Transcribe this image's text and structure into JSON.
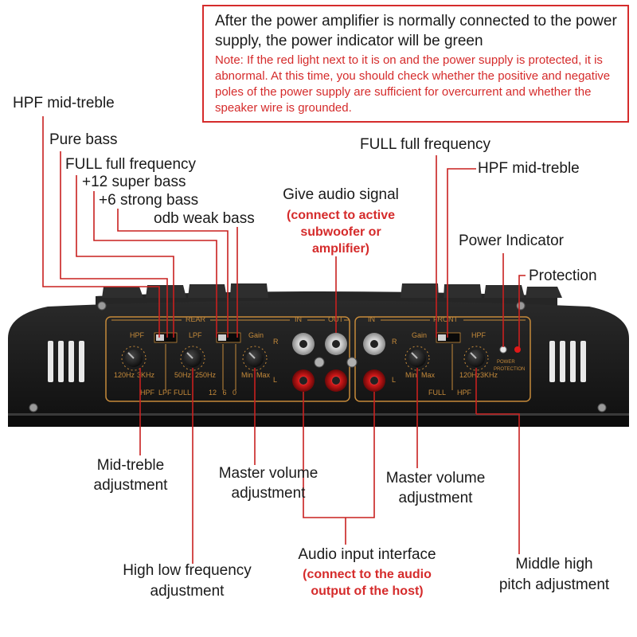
{
  "note_box": {
    "title": "After the power amplifier is normally connected to the power supply, the power indicator will be green",
    "note": "Note: If the red light next to it is on and the power supply is protected, it is abnormal. At this time, you should check whether the positive and negative poles of the power supply are sufficient for overcurrent and whether the speaker wire is grounded."
  },
  "left_labels": {
    "hpf_mid_treble": "HPF mid-treble",
    "pure_bass": "Pure bass",
    "full_frequency": "FULL full frequency",
    "plus12": "+12 super bass",
    "plus6": "+6 strong bass",
    "odb": "odb weak bass"
  },
  "right_labels": {
    "full_frequency": "FULL full frequency",
    "hpf_mid_treble": "HPF mid-treble",
    "power_indicator": "Power Indicator",
    "protection": "Protection"
  },
  "center_top": {
    "title": "Give audio signal",
    "note_line1": "(connect to active",
    "note_line2": "subwoofer or",
    "note_line3": "amplifier)"
  },
  "bottom_labels": {
    "mid_treble_1": "Mid-treble",
    "mid_treble_2": "adjustment",
    "master_left_1": "Master volume",
    "master_left_2": "adjustment",
    "master_right_1": "Master volume",
    "master_right_2": "adjustment",
    "audio_input": "Audio input interface",
    "audio_note_1": "(connect to the audio",
    "audio_note_2": "output of the host)",
    "high_low_1": "High low frequency",
    "high_low_2": "adjustment",
    "middle_high_1": "Middle high",
    "middle_high_2": "pitch adjustment"
  },
  "panel": {
    "rear": "REAR",
    "front": "FRONT",
    "in": "IN",
    "out": "OUT",
    "hpf": "HPF",
    "lpf": "LPF",
    "gain": "Gain",
    "r": "R",
    "l": "L",
    "hz120": "120Hz",
    "khz3": "3KHz",
    "hz50": "50Hz",
    "hz250": "250Hz",
    "min": "Min",
    "max": "Max",
    "hpf_lpf_full": "HPF  LPF FULL",
    "db_scale": "12   6   0",
    "full": "FULL",
    "power": "POWER",
    "protection": "PROTECTION"
  },
  "colors": {
    "accent_red": "#d52b2b",
    "panel_gold": "#c58a3a",
    "chassis": "#1c1c1c"
  }
}
